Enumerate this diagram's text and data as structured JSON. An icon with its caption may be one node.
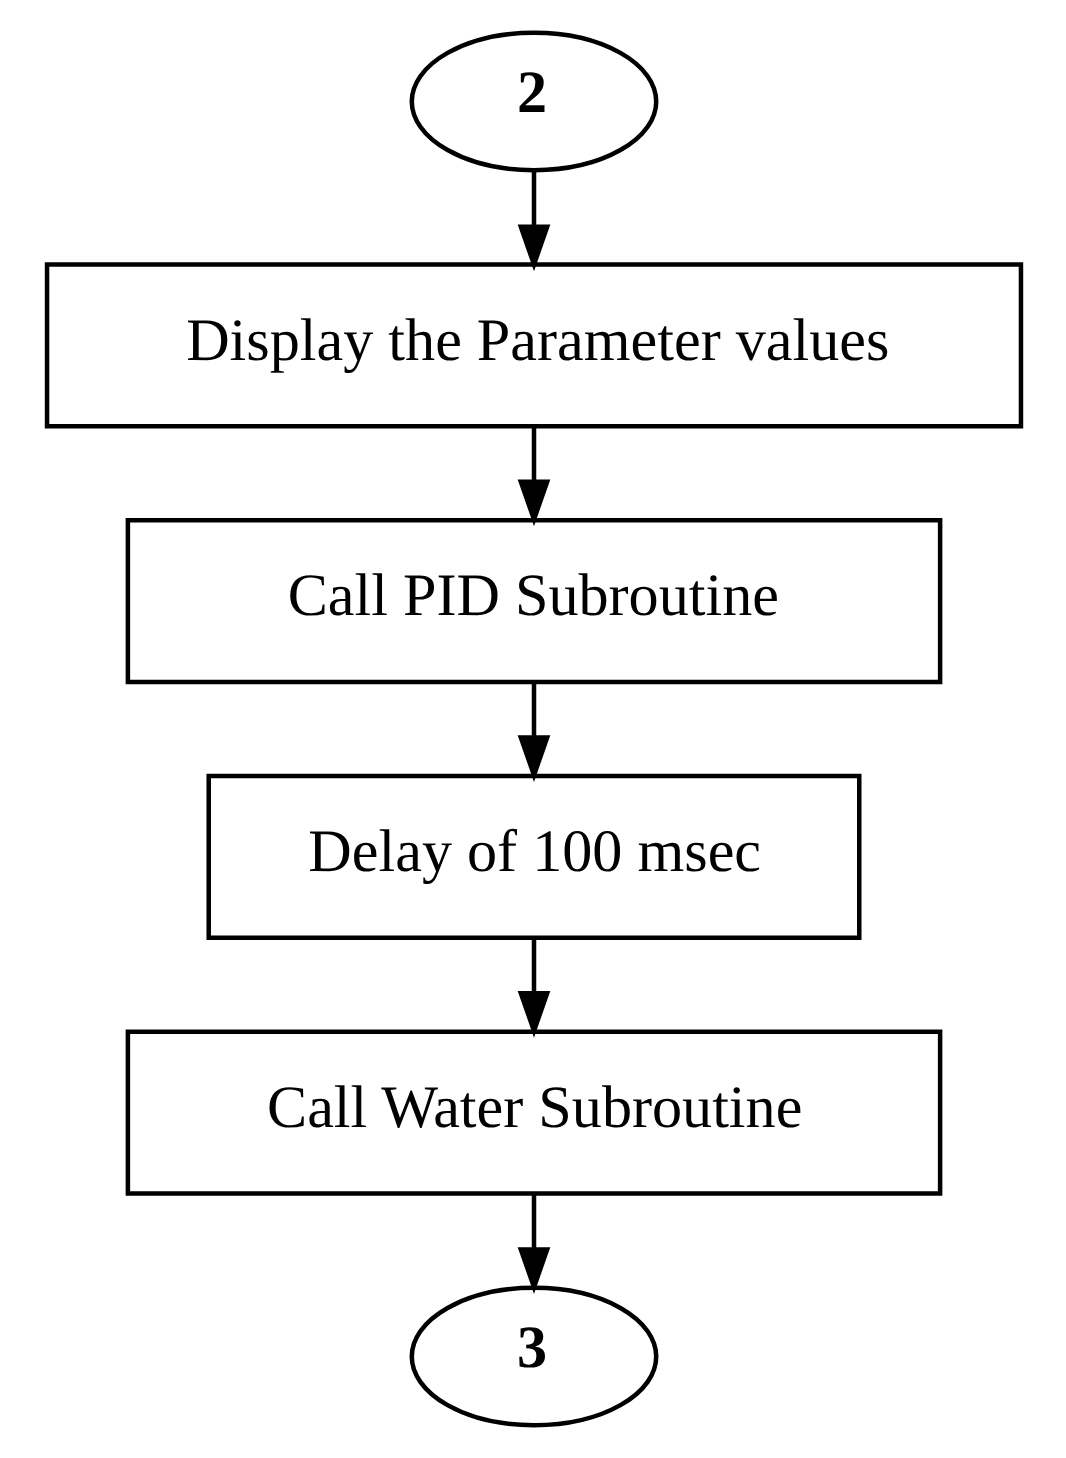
{
  "diagram": {
    "nodes": [
      {
        "text": [
          "2"
        ]
      },
      {
        "text": [
          "Display the Parameter values"
        ]
      },
      {
        "text": [
          "Call PID Subroutine"
        ]
      },
      {
        "text": [
          "Delay of 100 msec"
        ]
      },
      {
        "text": [
          "Call Water Subroutine"
        ]
      },
      {
        "text": [
          "3"
        ]
      }
    ],
    "edges": [
      {
        "from": 0,
        "to": 1,
        "arrow": "to"
      },
      {
        "from": 1,
        "to": 2,
        "arrow": "to"
      },
      {
        "from": 2,
        "to": 3,
        "arrow": "to"
      },
      {
        "from": 3,
        "to": 4,
        "arrow": "to"
      },
      {
        "from": 4,
        "to": 5,
        "arrow": "to"
      }
    ]
  }
}
